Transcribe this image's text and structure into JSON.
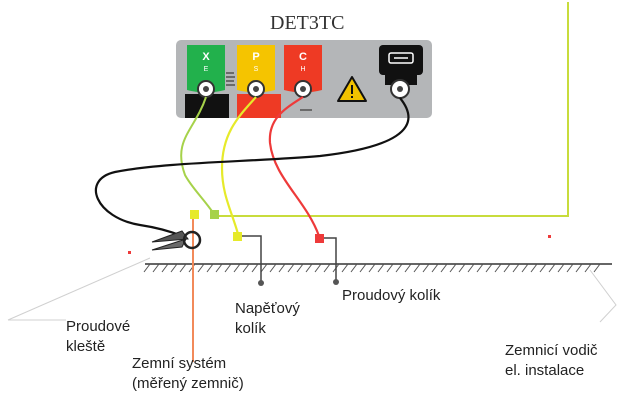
{
  "device": {
    "title": "DET3TC",
    "terminals": [
      {
        "letter": "X",
        "sub": "E",
        "color": "#22b14c"
      },
      {
        "letter": "P",
        "sub": "S",
        "color": "#f5c400"
      },
      {
        "letter": "C",
        "sub": "H",
        "color": "#ee3a24"
      }
    ],
    "colors": {
      "panel": "#b4b6b8",
      "probe_lead": "#ee3a3a",
      "voltage_lead": "#e6ea2a",
      "clamp_lead": "#a6d24a",
      "conductor": "#c8dc3c",
      "system": "#f28a5a"
    }
  },
  "labels": {
    "probe": "Proudový kolík",
    "voltage": "Napěťový\nkolík",
    "clamp": "Proudové\nkleště",
    "system": "Zemní systém\n(měřený zemnič)",
    "conductor": "Zemnicí vodič\nel. instalace"
  }
}
